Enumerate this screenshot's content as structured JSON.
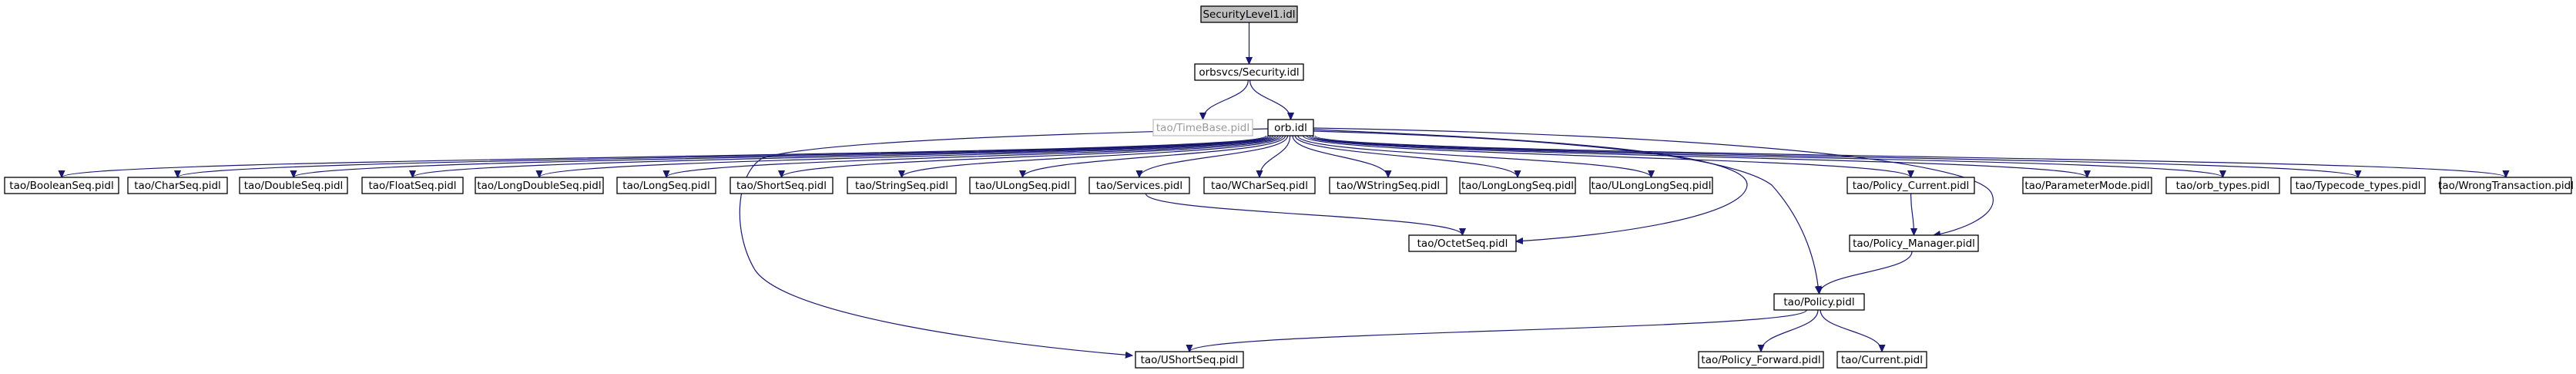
{
  "graph": {
    "nodes": [
      {
        "id": "root",
        "label": "SecurityLevel1.idl",
        "style": "root"
      },
      {
        "id": "security",
        "label": "orbsvcs/Security.idl"
      },
      {
        "id": "timebase",
        "label": "tao/TimeBase.pidl",
        "style": "faded"
      },
      {
        "id": "orb",
        "label": "orb.idl"
      },
      {
        "id": "booleanseq",
        "label": "tao/BooleanSeq.pidl"
      },
      {
        "id": "charseq",
        "label": "tao/CharSeq.pidl"
      },
      {
        "id": "doubleseq",
        "label": "tao/DoubleSeq.pidl"
      },
      {
        "id": "floatseq",
        "label": "tao/FloatSeq.pidl"
      },
      {
        "id": "longdoubleseq",
        "label": "tao/LongDoubleSeq.pidl"
      },
      {
        "id": "longseq",
        "label": "tao/LongSeq.pidl"
      },
      {
        "id": "shortseq",
        "label": "tao/ShortSeq.pidl"
      },
      {
        "id": "stringseq",
        "label": "tao/StringSeq.pidl"
      },
      {
        "id": "ulongseq",
        "label": "tao/ULongSeq.pidl"
      },
      {
        "id": "services",
        "label": "tao/Services.pidl"
      },
      {
        "id": "wcharseq",
        "label": "tao/WCharSeq.pidl"
      },
      {
        "id": "wstringseq",
        "label": "tao/WStringSeq.pidl"
      },
      {
        "id": "longlongseq",
        "label": "tao/LongLongSeq.pidl"
      },
      {
        "id": "ulonglongseq",
        "label": "tao/ULongLongSeq.pidl"
      },
      {
        "id": "policy_current",
        "label": "tao/Policy_Current.pidl"
      },
      {
        "id": "parametermode",
        "label": "tao/ParameterMode.pidl"
      },
      {
        "id": "orb_types",
        "label": "tao/orb_types.pidl"
      },
      {
        "id": "typecode_types",
        "label": "tao/Typecode_types.pidl"
      },
      {
        "id": "wrongtransaction",
        "label": "tao/WrongTransaction.pidl"
      },
      {
        "id": "octetseq",
        "label": "tao/OctetSeq.pidl"
      },
      {
        "id": "policy_manager",
        "label": "tao/Policy_Manager.pidl"
      },
      {
        "id": "policy",
        "label": "tao/Policy.pidl"
      },
      {
        "id": "ushortseq",
        "label": "tao/UShortSeq.pidl"
      },
      {
        "id": "policy_forward",
        "label": "tao/Policy_Forward.pidl"
      },
      {
        "id": "current",
        "label": "tao/Current.pidl"
      }
    ],
    "edges": [
      {
        "from": "root",
        "to": "security"
      },
      {
        "from": "security",
        "to": "timebase"
      },
      {
        "from": "security",
        "to": "orb"
      },
      {
        "from": "orb",
        "to": "booleanseq"
      },
      {
        "from": "orb",
        "to": "charseq"
      },
      {
        "from": "orb",
        "to": "doubleseq"
      },
      {
        "from": "orb",
        "to": "floatseq"
      },
      {
        "from": "orb",
        "to": "longdoubleseq"
      },
      {
        "from": "orb",
        "to": "longseq"
      },
      {
        "from": "orb",
        "to": "shortseq"
      },
      {
        "from": "orb",
        "to": "stringseq"
      },
      {
        "from": "orb",
        "to": "ulongseq"
      },
      {
        "from": "orb",
        "to": "services"
      },
      {
        "from": "orb",
        "to": "wcharseq"
      },
      {
        "from": "orb",
        "to": "wstringseq"
      },
      {
        "from": "orb",
        "to": "longlongseq"
      },
      {
        "from": "orb",
        "to": "ulonglongseq"
      },
      {
        "from": "orb",
        "to": "policy_current"
      },
      {
        "from": "orb",
        "to": "parametermode"
      },
      {
        "from": "orb",
        "to": "orb_types"
      },
      {
        "from": "orb",
        "to": "typecode_types"
      },
      {
        "from": "orb",
        "to": "wrongtransaction"
      },
      {
        "from": "orb",
        "to": "octetseq"
      },
      {
        "from": "orb",
        "to": "policy_manager"
      },
      {
        "from": "orb",
        "to": "policy"
      },
      {
        "from": "orb",
        "to": "ushortseq"
      },
      {
        "from": "services",
        "to": "octetseq"
      },
      {
        "from": "policy_current",
        "to": "policy_manager"
      },
      {
        "from": "policy_manager",
        "to": "policy"
      },
      {
        "from": "policy",
        "to": "ushortseq"
      },
      {
        "from": "policy",
        "to": "policy_forward"
      },
      {
        "from": "policy",
        "to": "current"
      }
    ]
  }
}
